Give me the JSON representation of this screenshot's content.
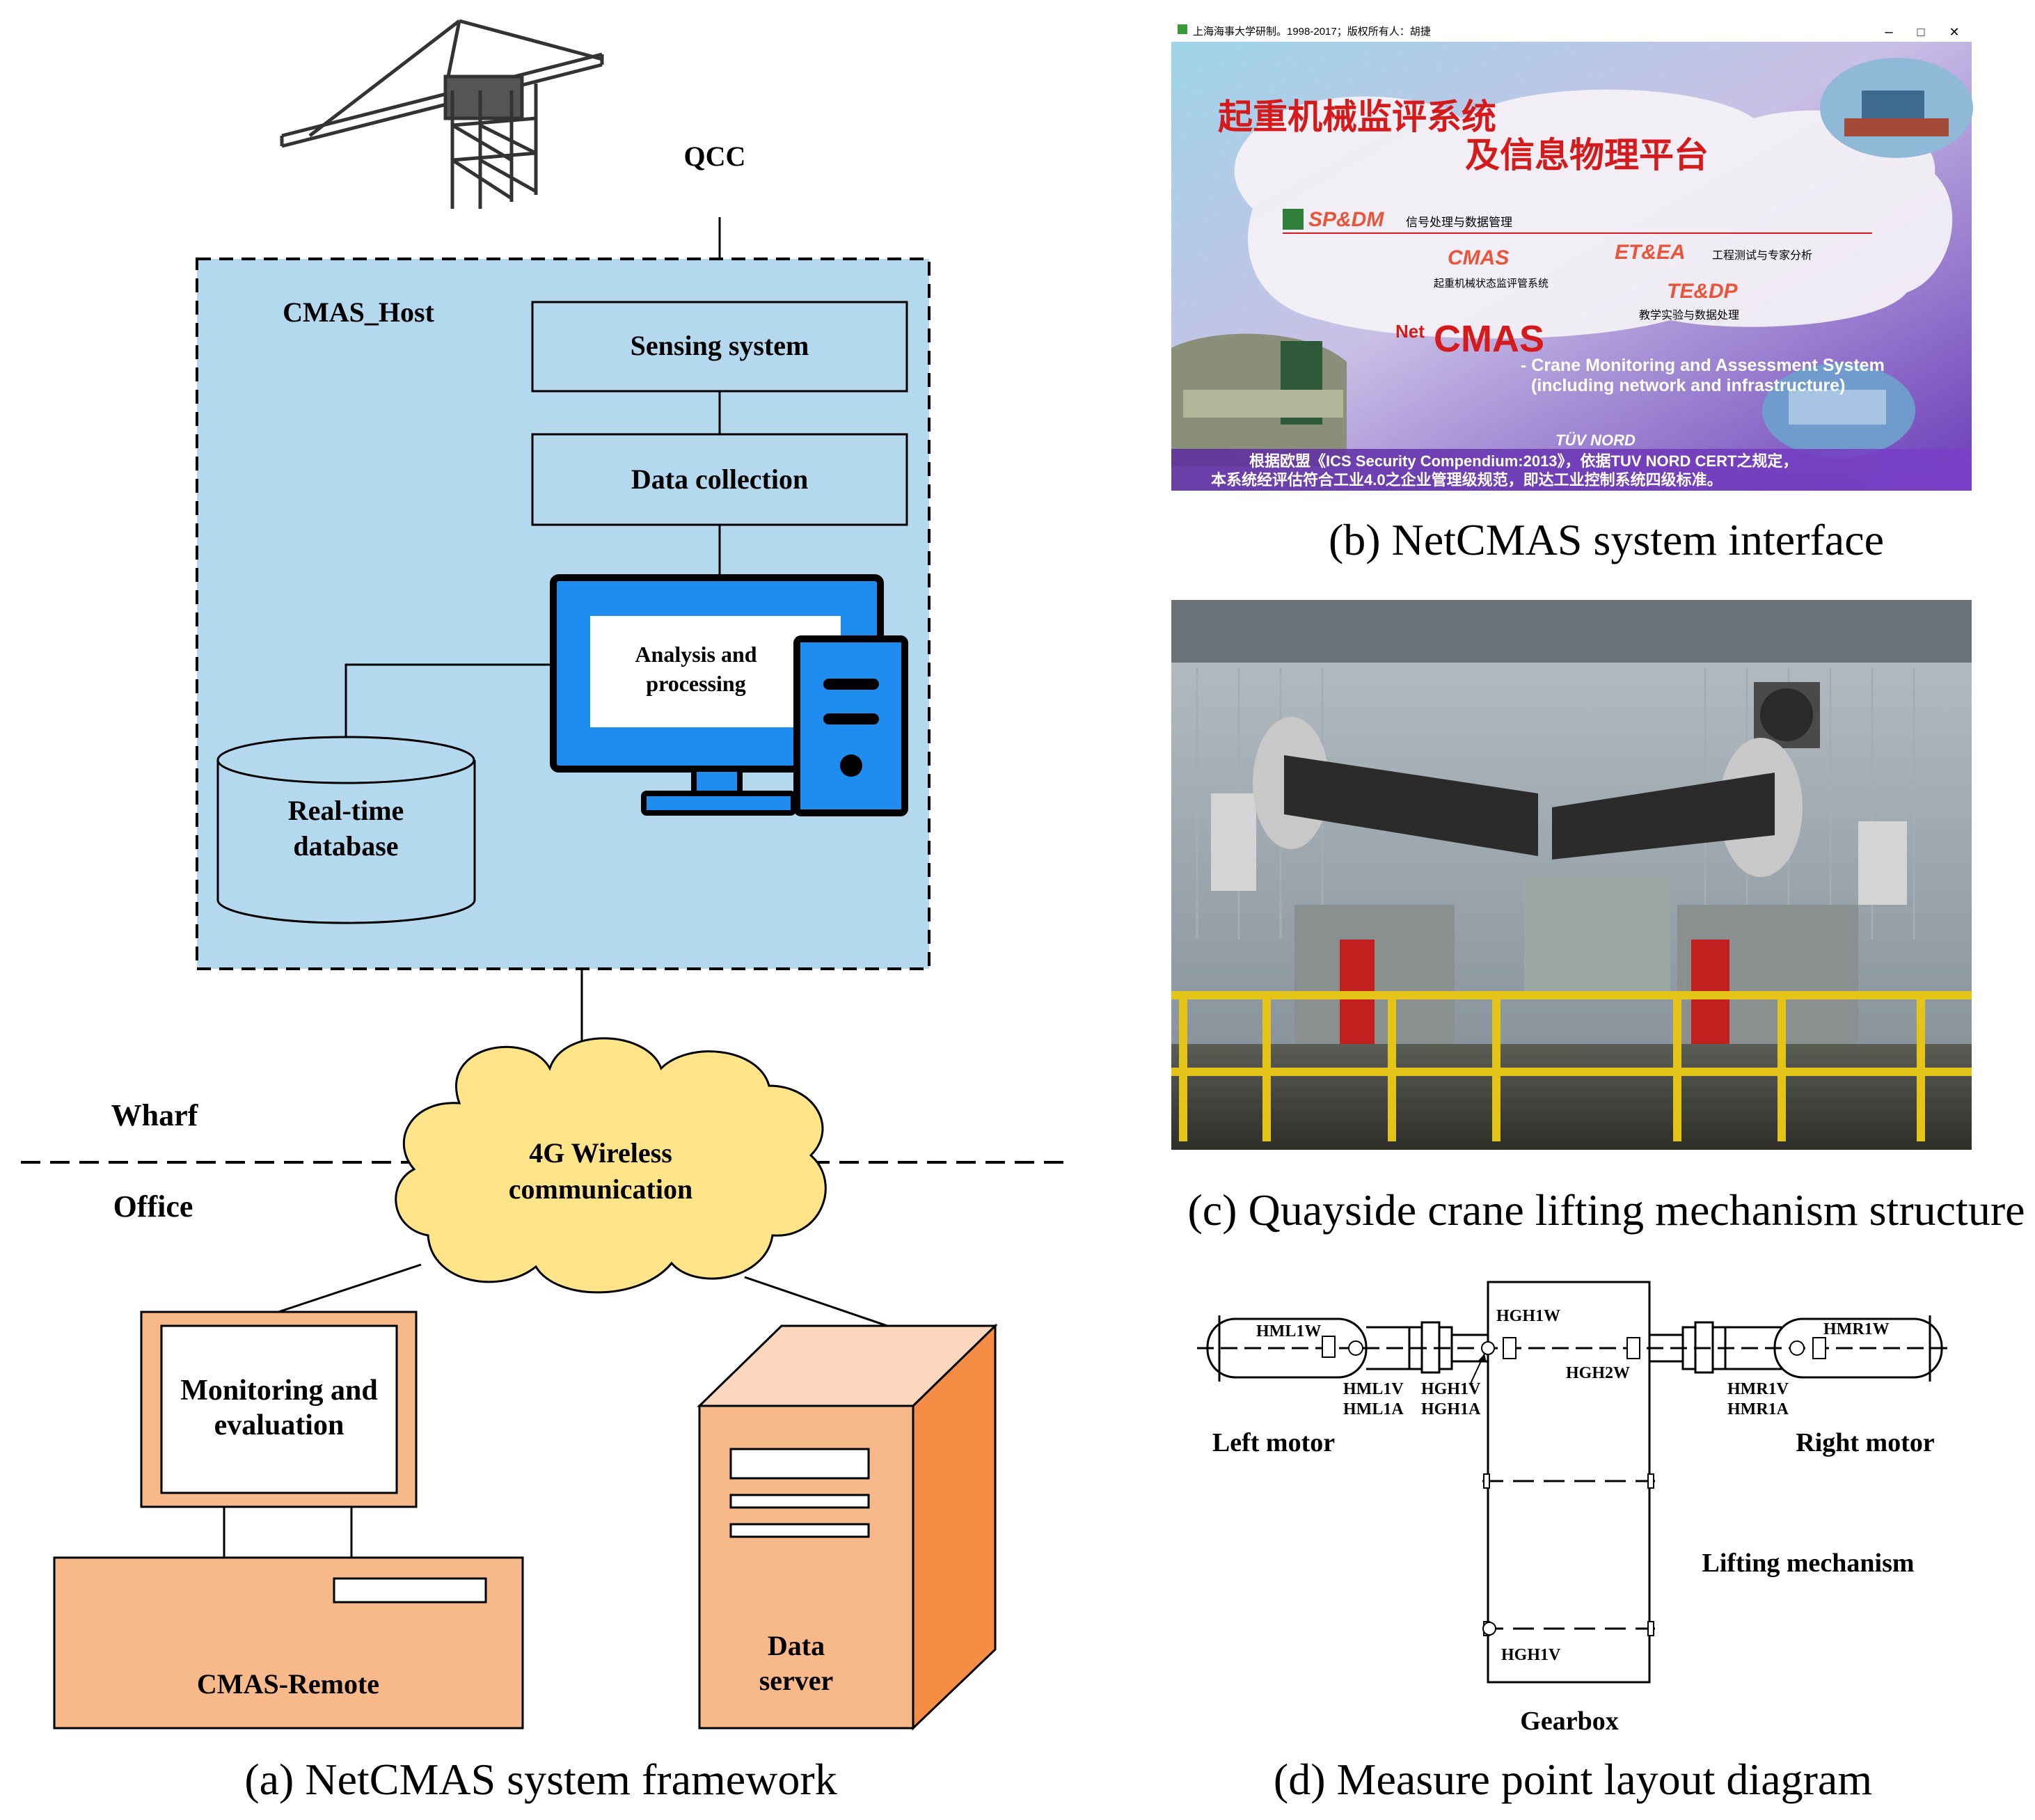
{
  "panel_a": {
    "caption": "(a) NetCMAS system framework",
    "qcc_label": "QCC",
    "host_label": "CMAS_Host",
    "sensing_label": "Sensing system",
    "collection_label": "Data collection",
    "analysis_line1": "Analysis and",
    "analysis_line2": "processing",
    "db_line1": "Real-time",
    "db_line2": "database",
    "wharf_label": "Wharf",
    "office_label": "Office",
    "cloud_line1": "4G Wireless",
    "cloud_line2": "communication",
    "monitor_line1": "Monitoring and",
    "monitor_line2": "evaluation",
    "remote_label": "CMAS-Remote",
    "server_line1": "Data",
    "server_line2": "server",
    "colors": {
      "host_bg": "#b4d8ee",
      "screen_blue": "#1f8cf0",
      "cloud": "#ffe48a",
      "orange": "#f8b98a",
      "orange_dark": "#f58d45"
    }
  },
  "panel_b": {
    "caption": "(b) NetCMAS system interface",
    "window_title": "上海海事大学研制。1998-2017；版权所有人：胡捷",
    "title_line1": "起重机械监评系统",
    "title_line2": "及信息物理平台",
    "sp_dm": "SP&DM",
    "sp_dm_desc": "信号处理与数据管理",
    "cmas": "CMAS",
    "cmas_desc": "起重机械状态监评管系统",
    "et_ea": "ET&EA",
    "et_ea_desc": "工程测试与专家分析",
    "te_dp": "TE&DP",
    "te_dp_desc": "教学实验与数据处理",
    "net_prefix": "Net",
    "netcmas": "CMAS",
    "subtitle1": "- Crane Monitoring and Assessment System",
    "subtitle2": "(including network and infrastructure)",
    "tuv": "TÜV NORD",
    "footer1": "根据欧盟《ICS Security Compendium:2013》，依据TUV NORD CERT之规定，",
    "footer2": "本系统经评估符合工业4.0之企业管理级规范，即达工业控制系统四级标准。",
    "window_controls": [
      "–",
      "□",
      "✕"
    ]
  },
  "panel_c": {
    "caption": "(c) Quayside crane lifting mechanism structure"
  },
  "panel_d": {
    "caption": "(d) Measure point layout diagram",
    "hml1w": "HML1W",
    "hml1v": "HML1V",
    "hml1a": "HML1A",
    "hgh1v_top": "HGH1V",
    "hgh1a": "HGH1A",
    "hgh1w": "HGH1W",
    "hgh2w": "HGH2W",
    "hmr1v": "HMR1V",
    "hmr1a": "HMR1A",
    "hmr1w": "HMR1W",
    "hgh1v_bottom": "HGH1V",
    "left_motor": "Left motor",
    "right_motor": "Right motor",
    "lifting": "Lifting mechanism",
    "gearbox": "Gearbox"
  }
}
